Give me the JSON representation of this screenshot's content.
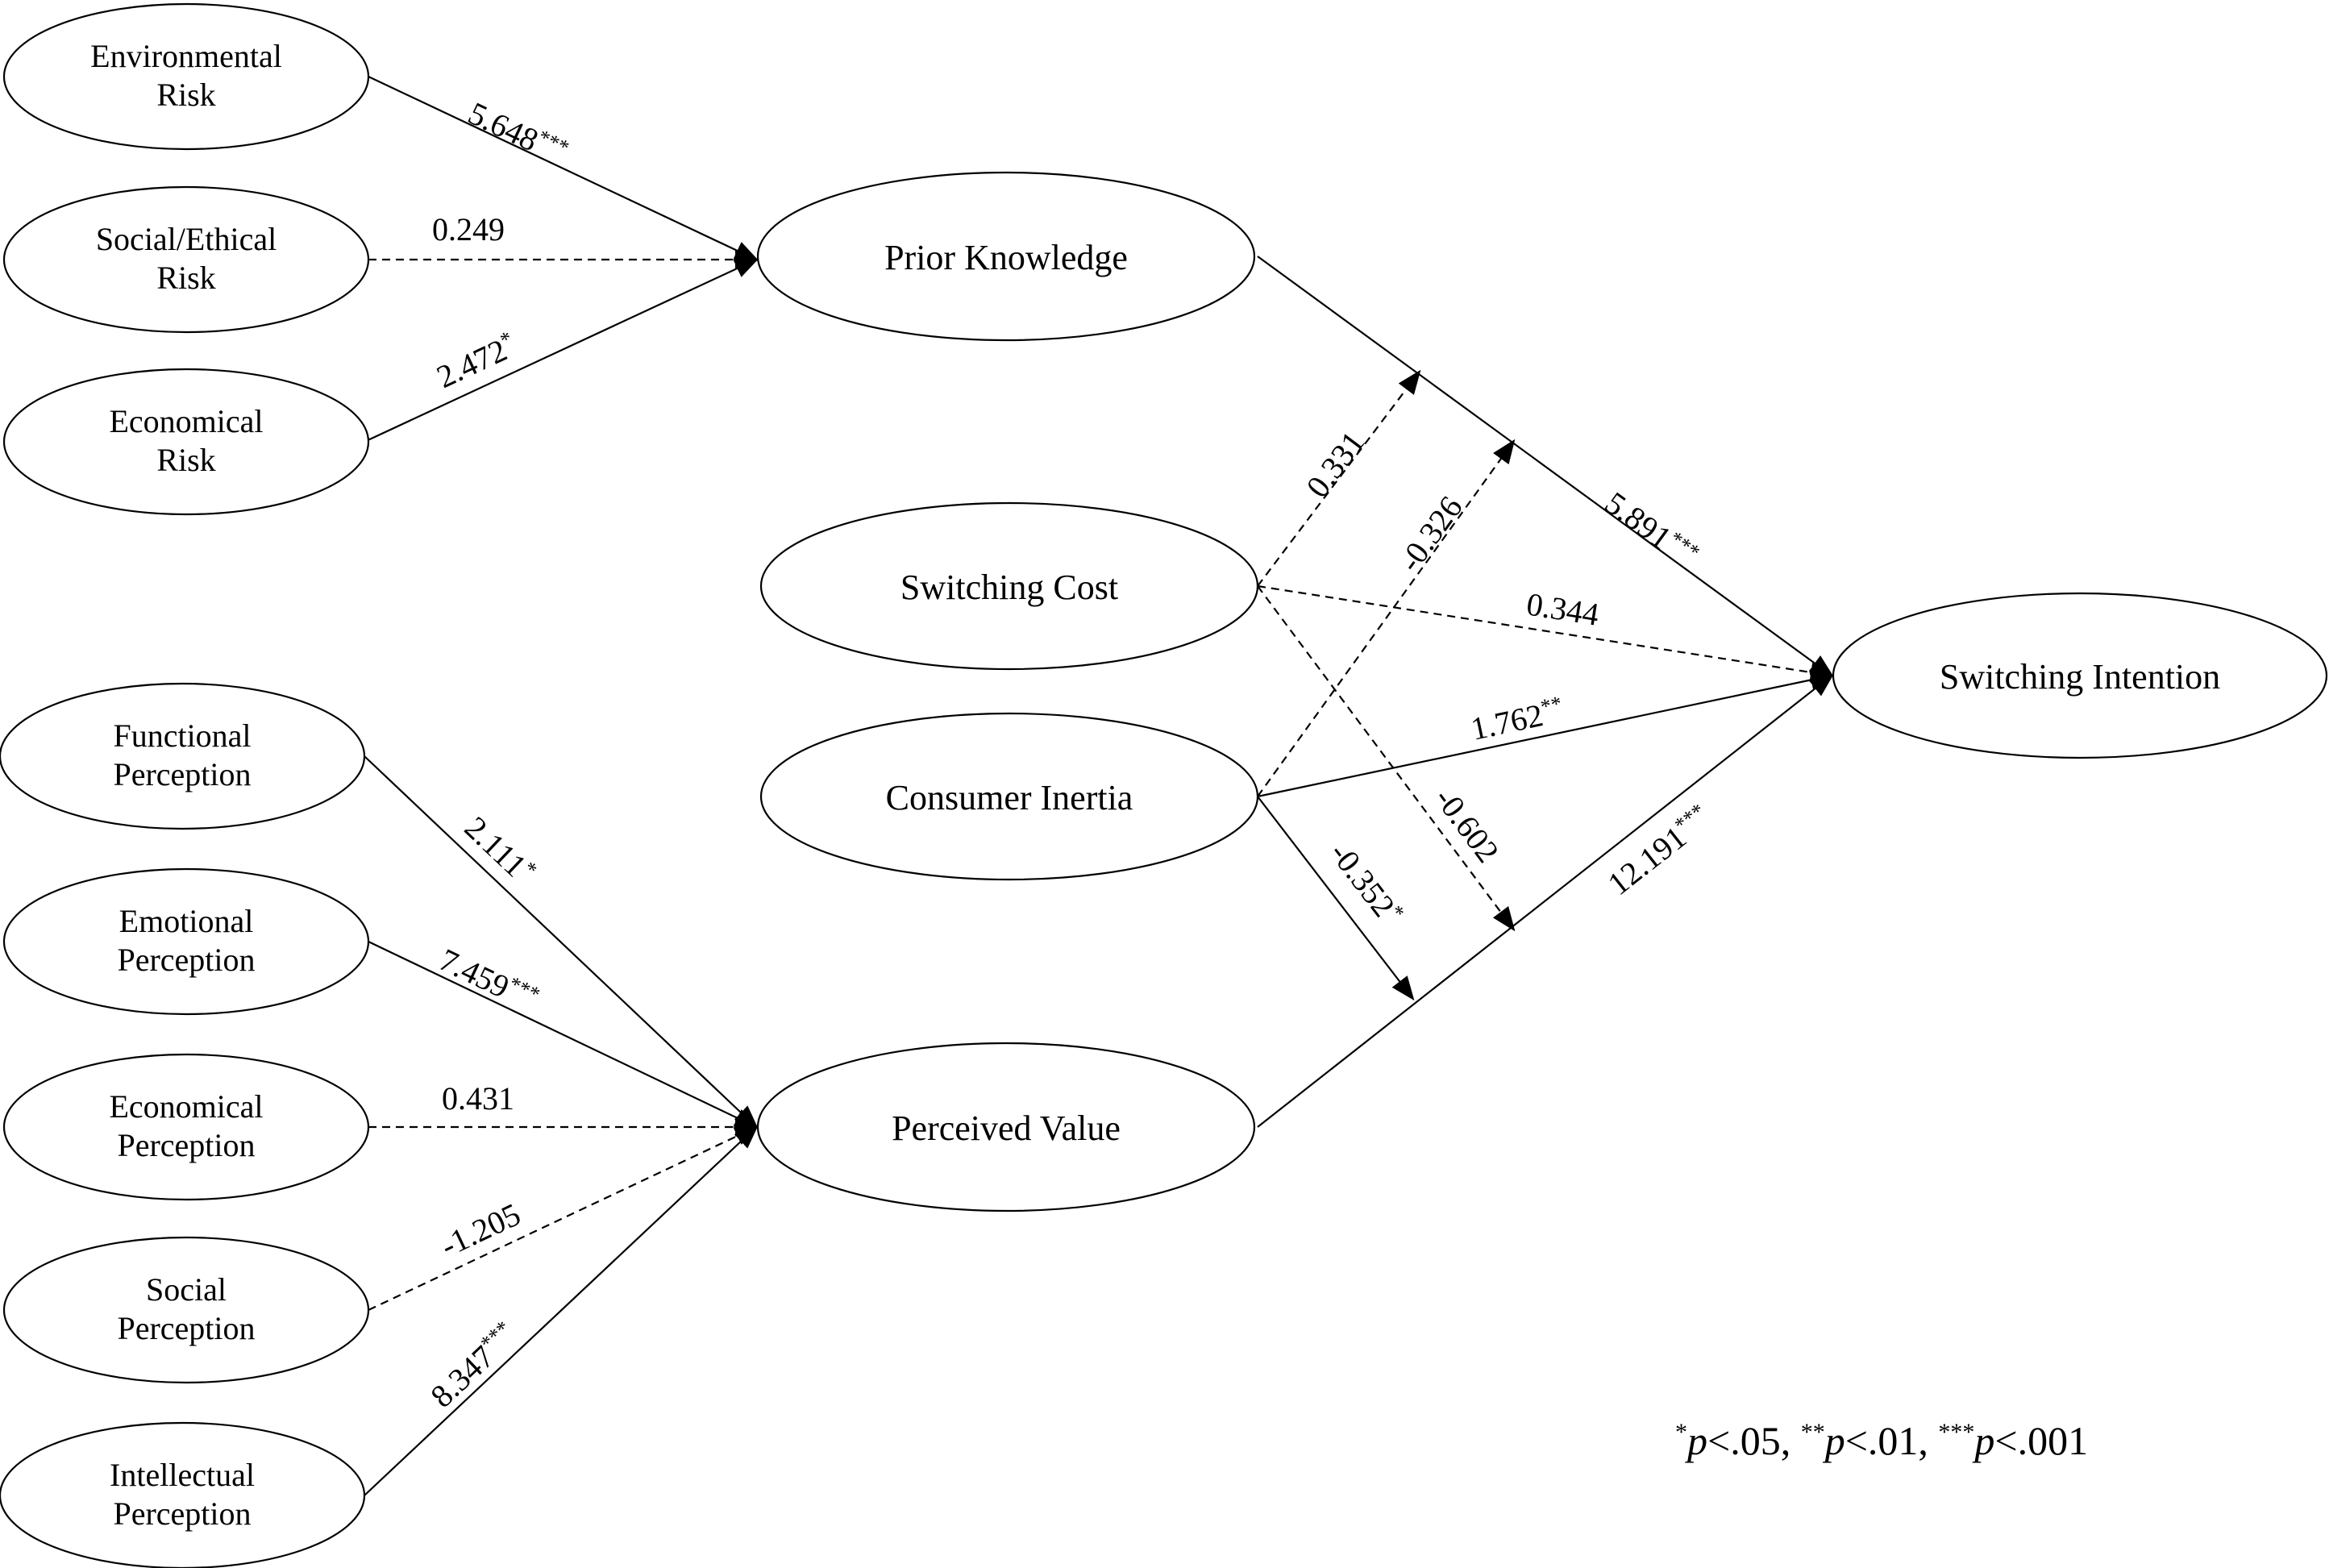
{
  "nodes": {
    "environmental_risk": [
      "Environmental",
      "Risk"
    ],
    "social_ethical_risk": [
      "Social/Ethical",
      "Risk"
    ],
    "economical_risk": [
      "Economical",
      "Risk"
    ],
    "prior_knowledge": [
      "Prior Knowledge"
    ],
    "switching_cost": [
      "Switching Cost"
    ],
    "consumer_inertia": [
      "Consumer Inertia"
    ],
    "switching_intention": [
      "Switching Intention"
    ],
    "functional_perception": [
      "Functional",
      "Perception"
    ],
    "emotional_perception": [
      "Emotional",
      "Perception"
    ],
    "economical_perception": [
      "Economical",
      "Perception"
    ],
    "social_perception": [
      "Social",
      "Perception"
    ],
    "intellectual_perception": [
      "Intellectual",
      "Perception"
    ],
    "perceived_value": [
      "Perceived Value"
    ]
  },
  "paths": [
    {
      "id": "env_pk",
      "from": "Environmental Risk",
      "to": "Prior Knowledge",
      "coef": "5.648",
      "sig": "***",
      "significant": true
    },
    {
      "id": "soc_pk",
      "from": "Social/Ethical Risk",
      "to": "Prior Knowledge",
      "coef": "0.249",
      "sig": "",
      "significant": false
    },
    {
      "id": "eco_pk",
      "from": "Economical Risk",
      "to": "Prior Knowledge",
      "coef": "2.472",
      "sig": "*",
      "significant": true
    },
    {
      "id": "pk_si",
      "from": "Prior Knowledge",
      "to": "Switching Intention",
      "coef": "5.891",
      "sig": "***",
      "significant": true
    },
    {
      "id": "sc_mod_pk",
      "from": "Switching Cost",
      "to": "Prior Knowledge → Switching Intention",
      "coef": "0.331",
      "sig": "",
      "significant": false
    },
    {
      "id": "ci_mod_pk",
      "from": "Consumer Inertia",
      "to": "Prior Knowledge → Switching Intention",
      "coef": "-0.326",
      "sig": "",
      "significant": false
    },
    {
      "id": "sc_si",
      "from": "Switching Cost",
      "to": "Switching Intention",
      "coef": "0.344",
      "sig": "",
      "significant": false
    },
    {
      "id": "ci_si",
      "from": "Consumer Inertia",
      "to": "Switching Intention",
      "coef": "1.762",
      "sig": "**",
      "significant": true
    },
    {
      "id": "sc_mod_pv",
      "from": "Switching Cost",
      "to": "Perceived Value → Switching Intention",
      "coef": "-0.602",
      "sig": "",
      "significant": false
    },
    {
      "id": "ci_mod_pv",
      "from": "Consumer Inertia",
      "to": "Perceived Value → Switching Intention",
      "coef": "-0.352",
      "sig": "*",
      "significant": true
    },
    {
      "id": "pv_si",
      "from": "Perceived Value",
      "to": "Switching Intention",
      "coef": "12.191",
      "sig": "***",
      "significant": true
    },
    {
      "id": "fun_pv",
      "from": "Functional Perception",
      "to": "Perceived Value",
      "coef": "2.111",
      "sig": "*",
      "significant": true
    },
    {
      "id": "emo_pv",
      "from": "Emotional Perception",
      "to": "Perceived Value",
      "coef": "7.459",
      "sig": "***",
      "significant": true
    },
    {
      "id": "ecop_pv",
      "from": "Economical Perception",
      "to": "Perceived Value",
      "coef": "0.431",
      "sig": "",
      "significant": false
    },
    {
      "id": "socp_pv",
      "from": "Social Perception",
      "to": "Perceived Value",
      "coef": "-1.205",
      "sig": "",
      "significant": false
    },
    {
      "id": "int_pv",
      "from": "Intellectual Perception",
      "to": "Perceived Value",
      "coef": "8.347",
      "sig": "***",
      "significant": true
    }
  ],
  "legend": {
    "s1": "*",
    "p1": "p",
    "t1": "<.05, ",
    "s2": "**",
    "p2": "p",
    "t2": "<.01, ",
    "s3": "***",
    "p3": "p",
    "t3": "<.001"
  },
  "colors": {
    "stroke": "#000000",
    "background": "#ffffff"
  }
}
